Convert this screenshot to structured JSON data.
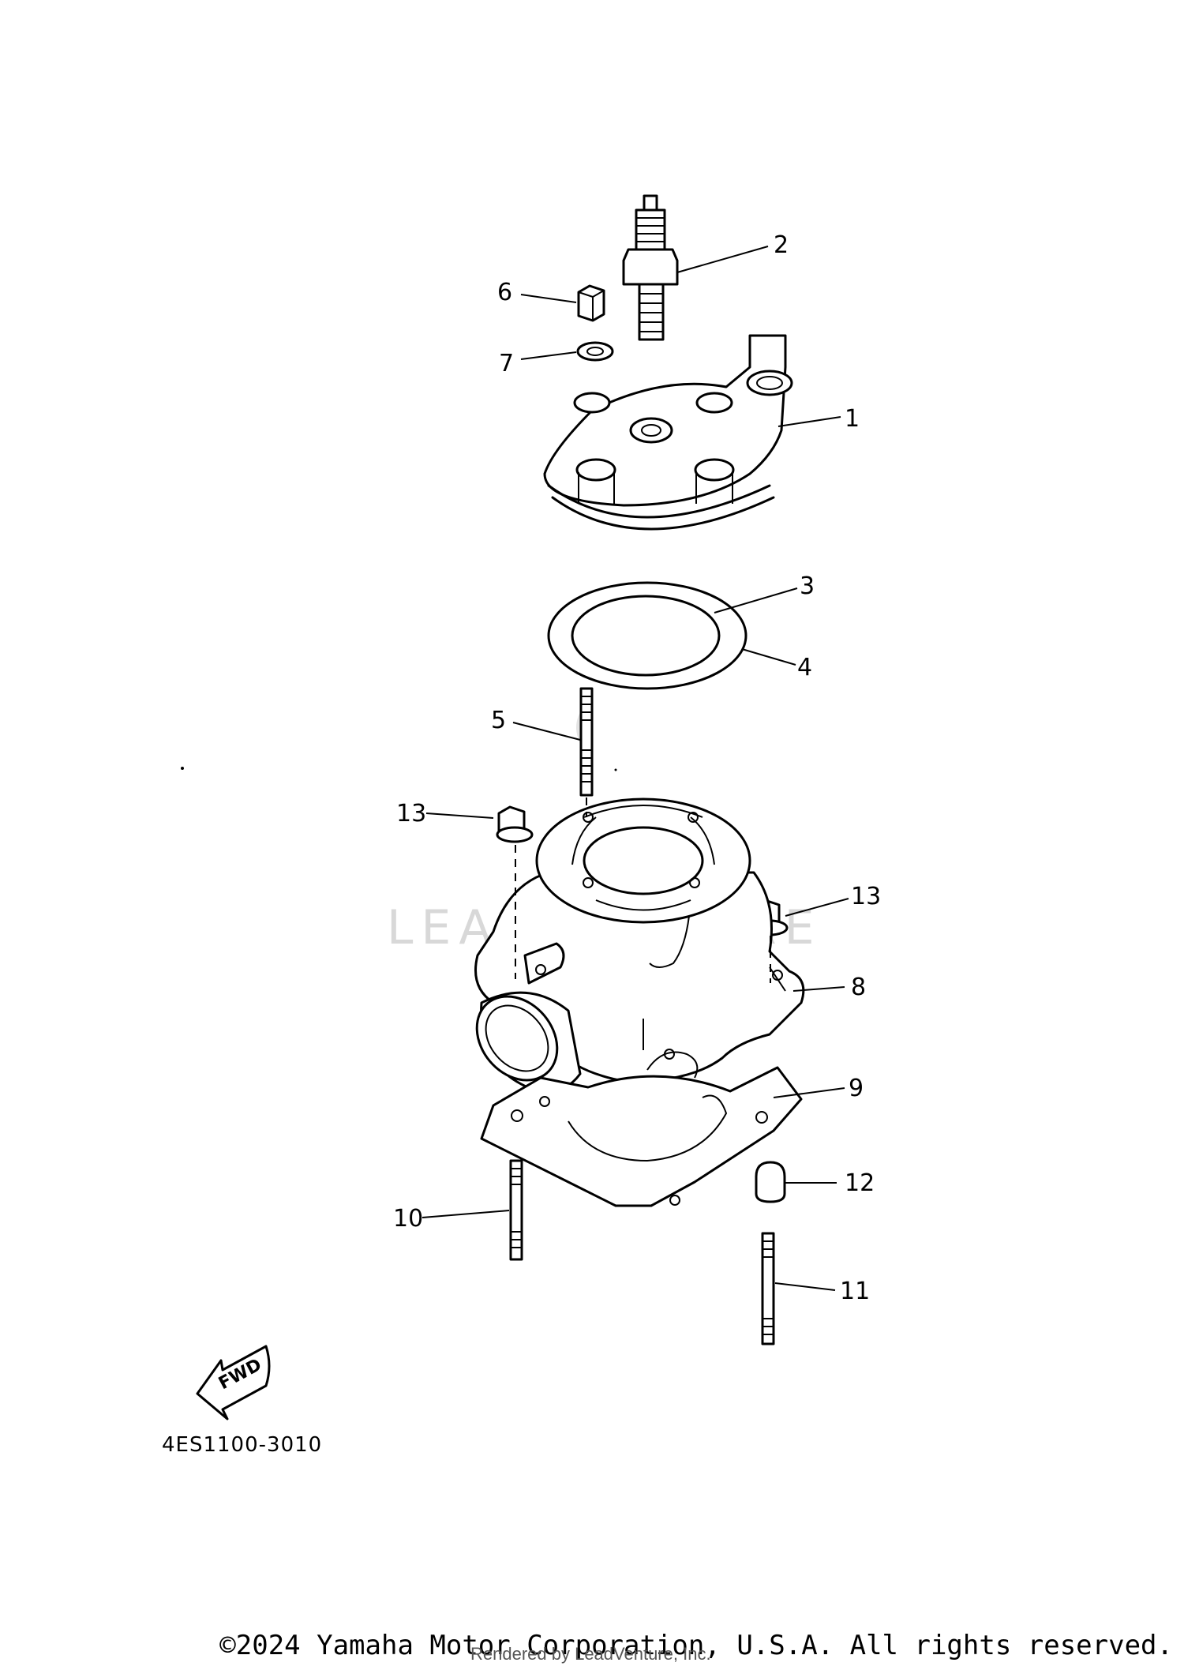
{
  "diagram": {
    "watermark": "LEADVENTURE",
    "fwd_label": "FWD",
    "part_code": "4ES1100-3010",
    "callouts": [
      "1",
      "2",
      "3",
      "4",
      "5",
      "6",
      "7",
      "8",
      "9",
      "10",
      "11",
      "12",
      "13",
      "13"
    ]
  },
  "footer": {
    "copyright": "©2024 Yamaha Motor Corporation, U.S.A. All rights reserved.",
    "rendered_by": "Rendered by LeadVenture, Inc."
  }
}
